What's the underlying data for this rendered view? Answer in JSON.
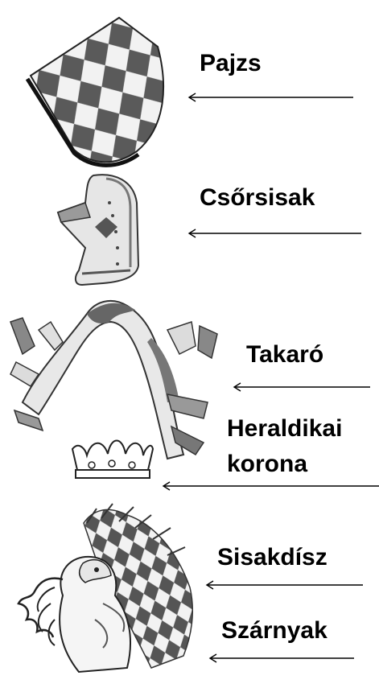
{
  "labels": {
    "pajzs": "Pajzs",
    "csorsisak": "Csőrsisak",
    "takaro": "Takaró",
    "korona_line1": "Heraldikai",
    "korona_line2": "korona",
    "sisakdisz": "Sisakdísz",
    "szarnyak": "Szárnyak"
  },
  "colors": {
    "text": "#000000",
    "line": "#000000",
    "dark_shade": "#555555",
    "light": "#f2f2f2"
  }
}
